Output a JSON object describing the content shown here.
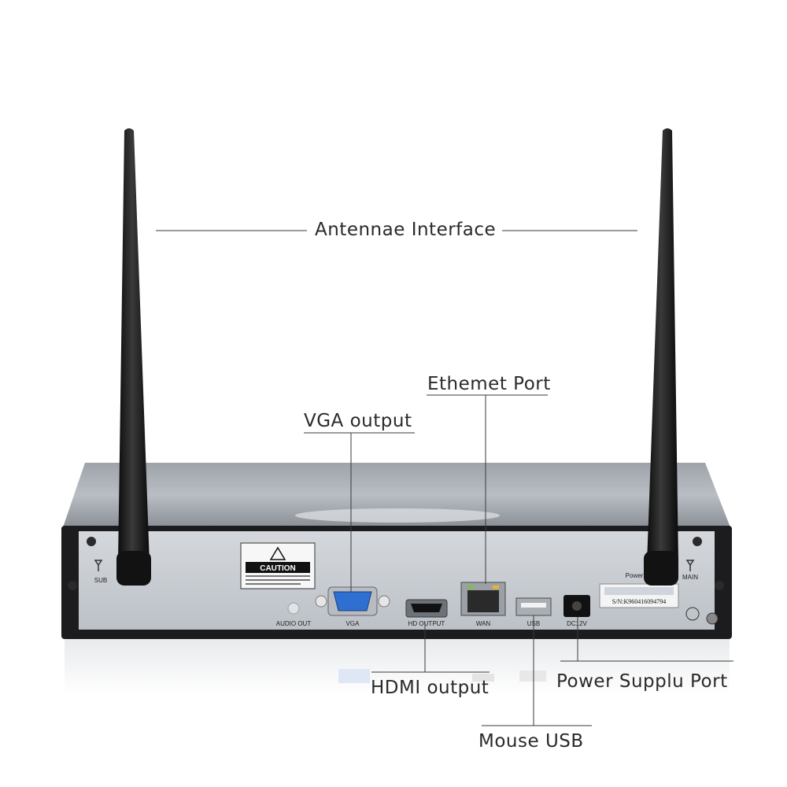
{
  "callouts": {
    "antennae": "Antennae Interface",
    "ethernet": "Ethemet Port",
    "vga": "VGA output",
    "hdmi": "HDMI output",
    "power": "Power Supplu Port",
    "mouse": "Mouse USB"
  },
  "device_labels": {
    "sub": "SUB",
    "main": "MAIN",
    "caution": "CAUTION",
    "audio_out": "AUDIO OUT",
    "vga": "VGA",
    "hd_output": "HD OUTPUT",
    "wan": "WAN",
    "usb": "USB",
    "dc12v": "DC12V",
    "power": "Power",
    "serial": "S/N:K960416094794"
  },
  "colors": {
    "panel": "#c9ced4",
    "chassis": "#1c1c1e",
    "antenna": "#161616",
    "vga_port": "#2f6fd1"
  }
}
